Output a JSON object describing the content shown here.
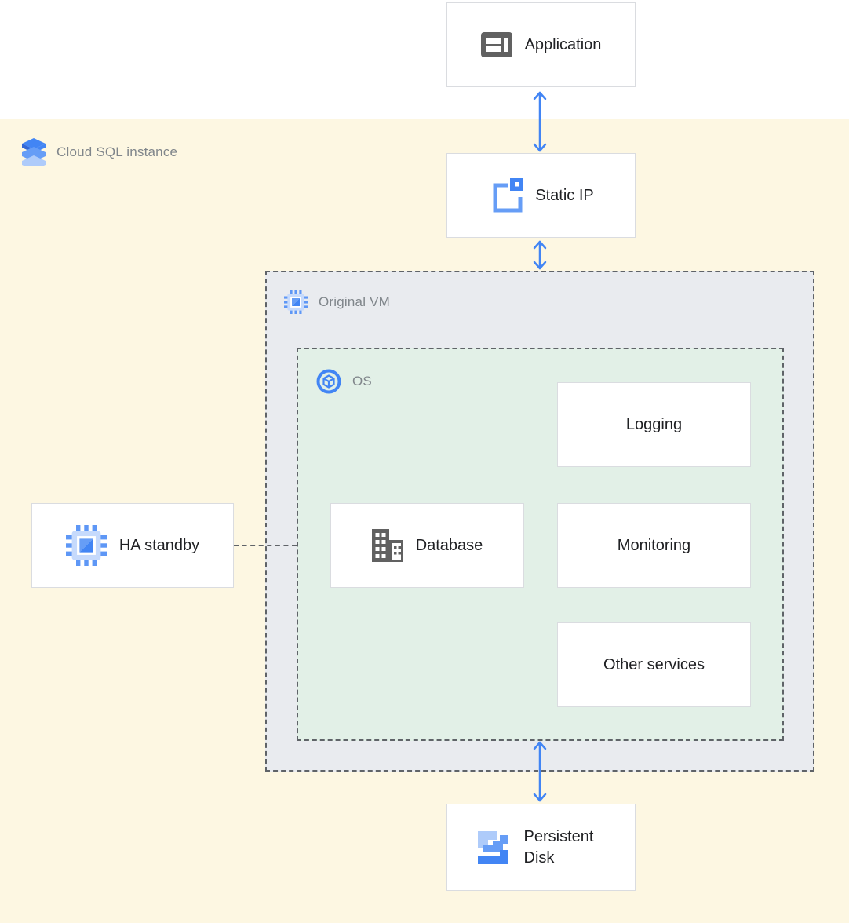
{
  "diagram": {
    "type": "architecture-diagram",
    "zones": {
      "cloud_sql": {
        "label": "Cloud SQL instance",
        "icon": "cloud-sql-icon",
        "color": "#fdf7e2"
      },
      "original_vm": {
        "label": "Original VM",
        "icon": "compute-engine-icon",
        "color": "#e9ebef"
      },
      "os": {
        "label": "OS",
        "icon": "os-icon",
        "color": "#e2f0e7"
      }
    },
    "nodes": {
      "application": {
        "label": "Application",
        "icon": "application-icon"
      },
      "static_ip": {
        "label": "Static IP",
        "icon": "static-ip-icon"
      },
      "logging": {
        "label": "Logging"
      },
      "database": {
        "label": "Database",
        "icon": "database-icon"
      },
      "monitoring": {
        "label": "Monitoring"
      },
      "other_services": {
        "label": "Other services"
      },
      "ha_standby": {
        "label": "HA standby",
        "icon": "compute-engine-icon"
      },
      "persistent_disk": {
        "label": "Persistent Disk",
        "icon": "persistent-disk-icon"
      }
    },
    "connections": [
      {
        "from": "application",
        "to": "static_ip",
        "style": "double-arrow",
        "color": "#4285f4"
      },
      {
        "from": "static_ip",
        "to": "original_vm",
        "style": "double-arrow",
        "color": "#4285f4"
      },
      {
        "from": "os",
        "to": "persistent_disk",
        "style": "double-arrow",
        "color": "#4285f4"
      },
      {
        "from": "ha_standby",
        "to": "os",
        "style": "dashed-line",
        "color": "#5f6368"
      }
    ],
    "colors": {
      "accent_blue": "#4285f4",
      "blue_medium": "#669df6",
      "blue_light": "#aecbfa",
      "zone_yellow": "#fdf7e2",
      "zone_gray": "#e9ebef",
      "zone_green": "#e2f0e7",
      "box_border": "#dadce0",
      "dashed_border": "#5f6368",
      "label_gray": "#80868b",
      "label_dark": "#202124",
      "icon_gray": "#616161"
    }
  }
}
